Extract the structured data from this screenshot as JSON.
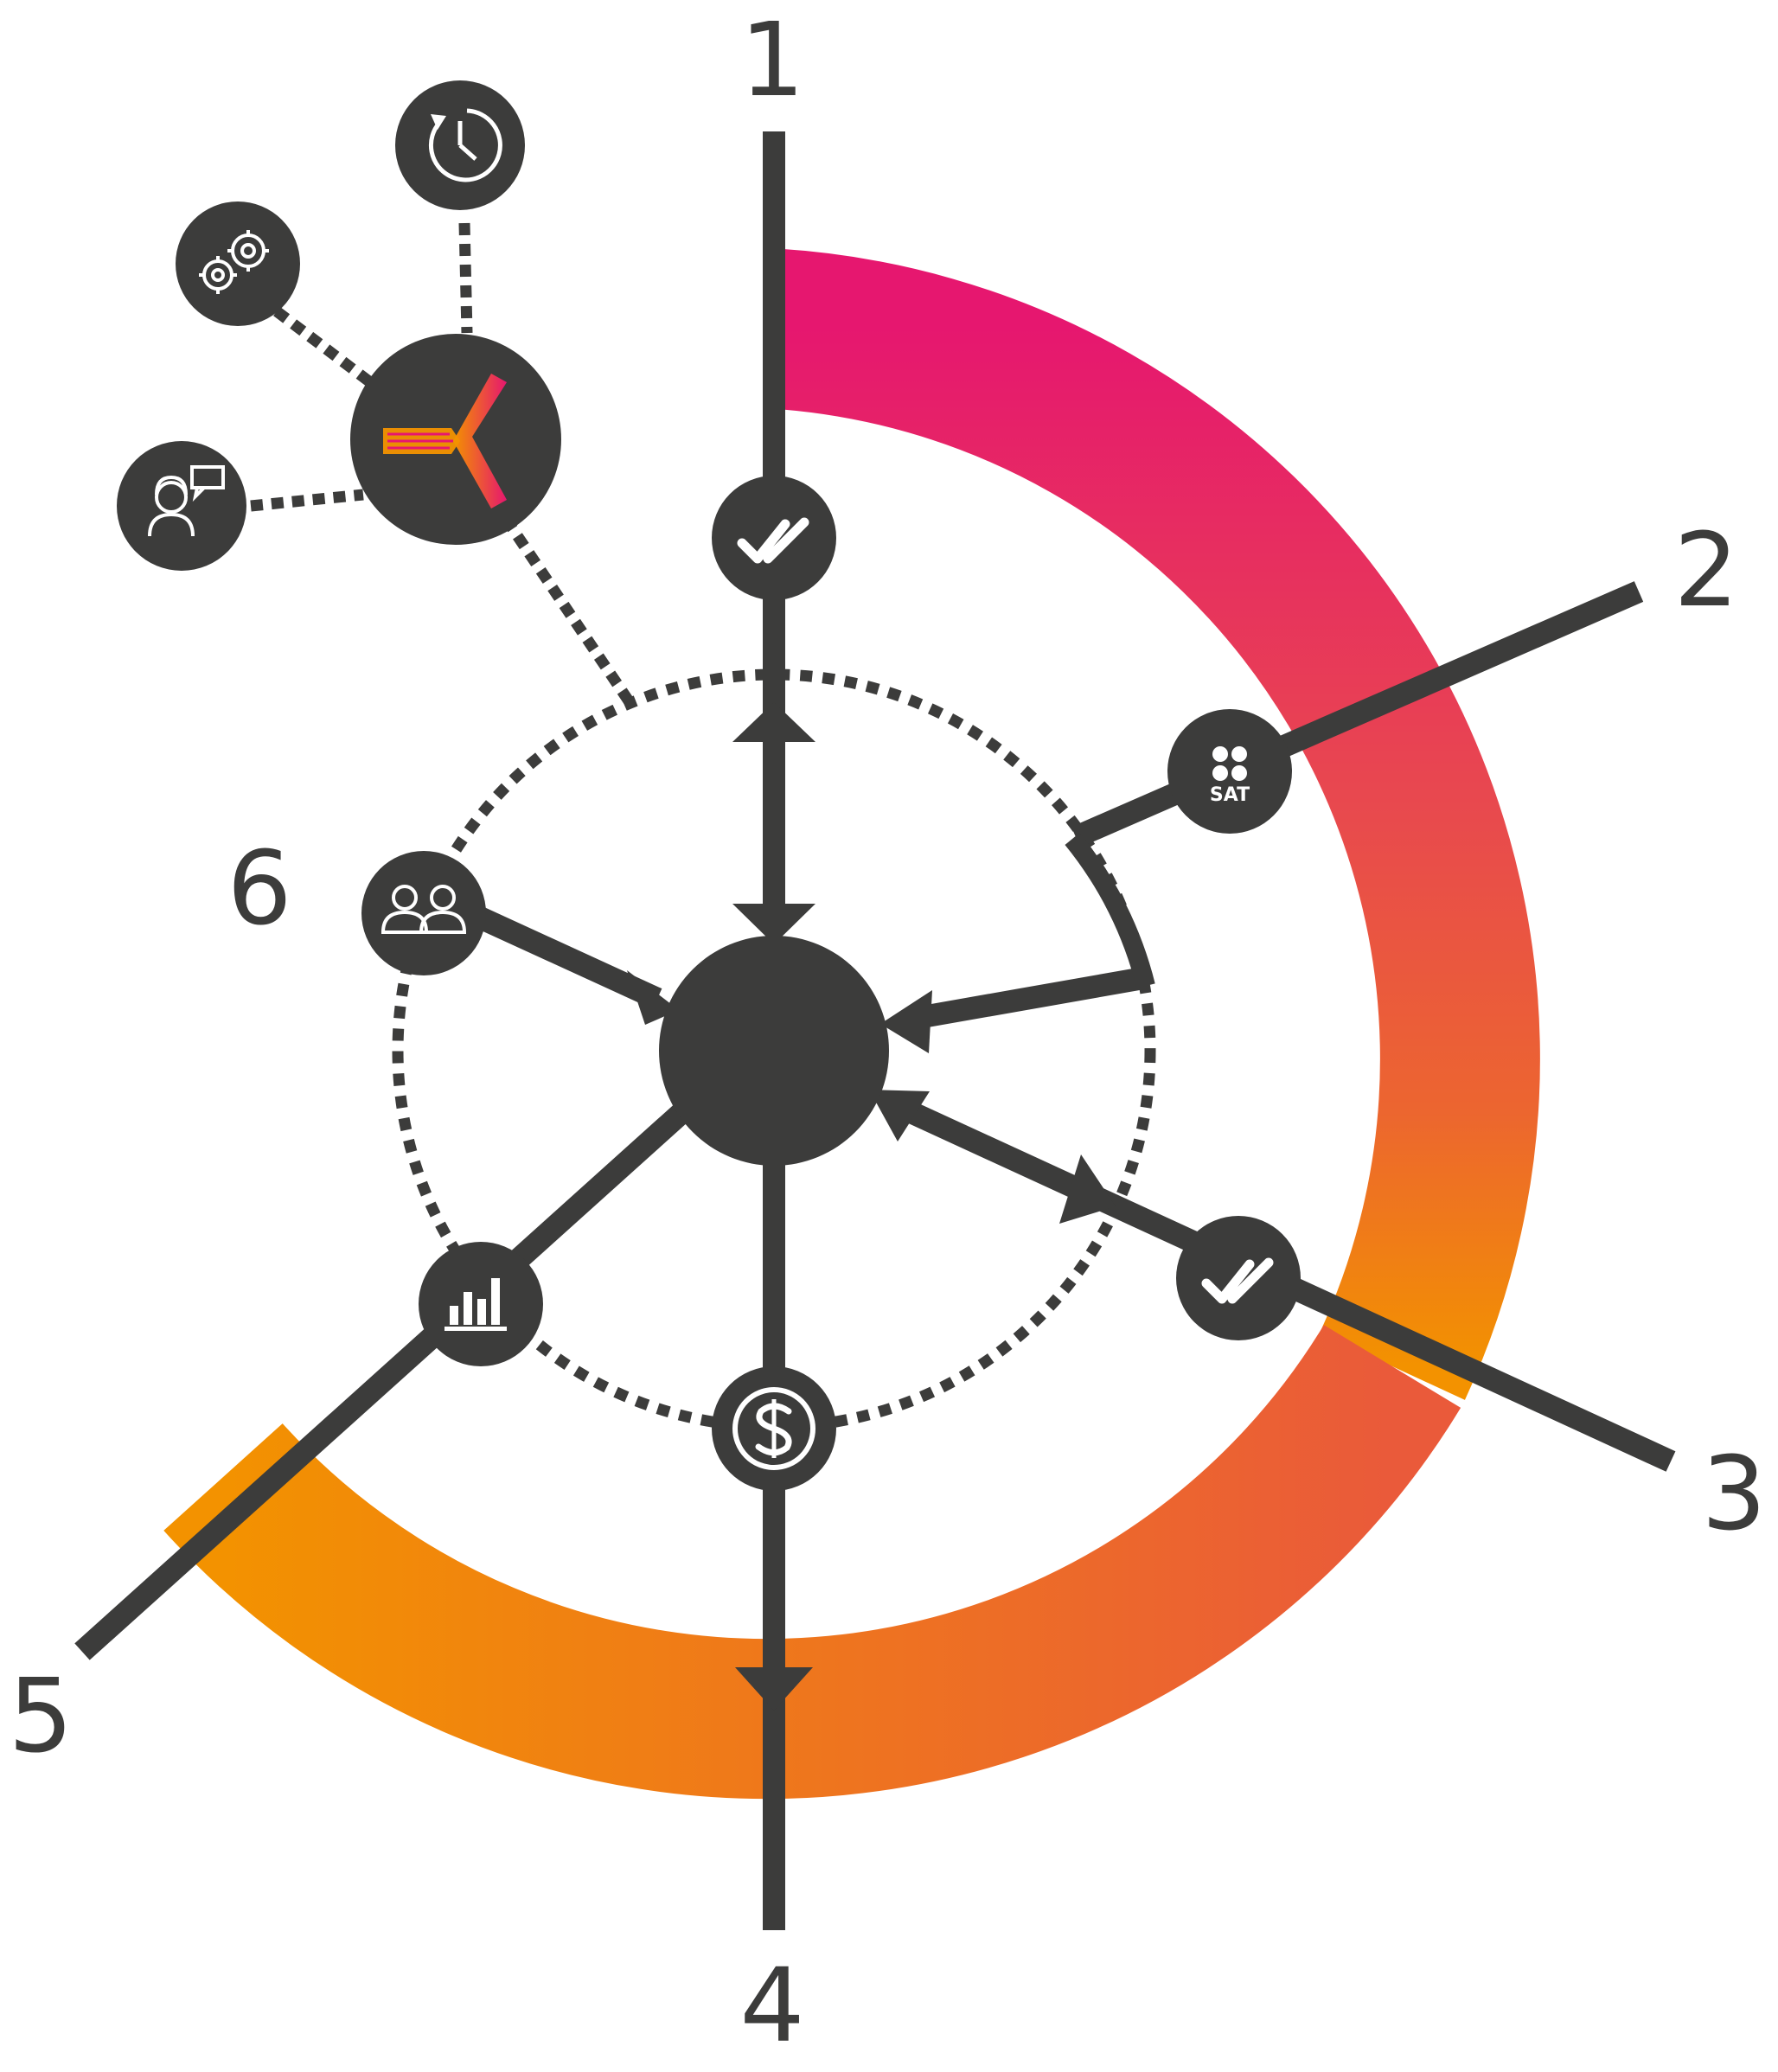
{
  "labels": {
    "n1": "1",
    "n2": "2",
    "n3": "3",
    "n4": "4",
    "n5": "5",
    "n6": "6"
  },
  "icons": {
    "sat_text": "SAT"
  },
  "icon_names": [
    "clock-cycle-icon",
    "gears-icon",
    "support-agent-icon",
    "brand-logo-icon",
    "double-check-icon",
    "sat-icon",
    "people-icon",
    "bar-chart-icon",
    "dollar-coin-icon",
    "central-hub"
  ],
  "colors": {
    "dark": "#3c3c3b",
    "arc_start": "#e6176f",
    "arc_mid": "#e9514a",
    "arc_end": "#f39200",
    "white": "#ffffff"
  }
}
